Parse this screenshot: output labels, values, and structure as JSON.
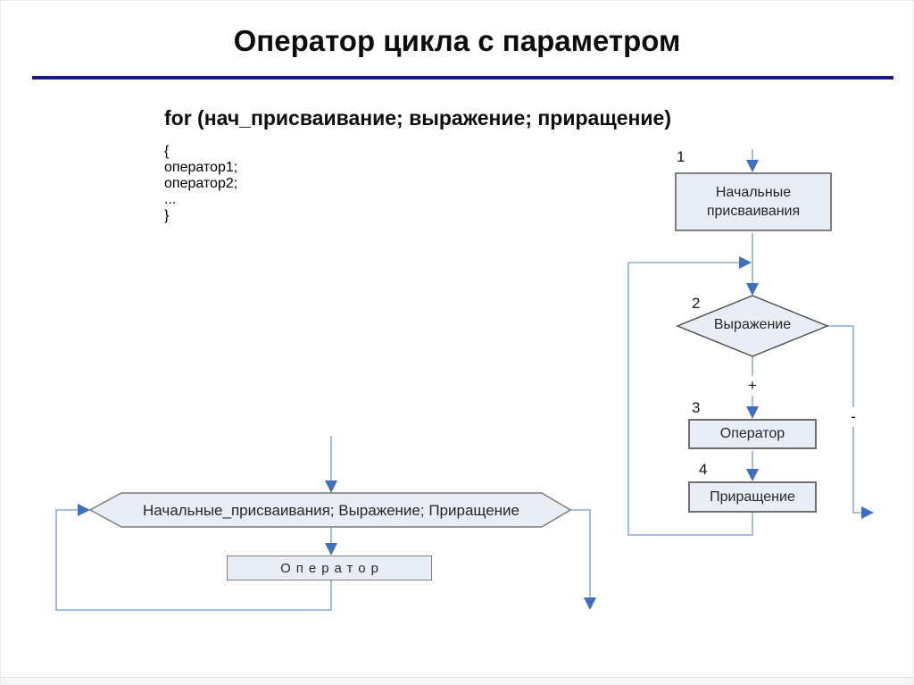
{
  "slide": {
    "title": "Оператор цикла с параметром"
  },
  "code": {
    "for_line": "for (нач_присваивание; выражение; приращение)",
    "lines": [
      {
        "pre": "",
        "bold": "{"
      },
      {
        "pre": "оператор",
        "bold": "1;"
      },
      {
        "pre": "оператор",
        "bold": "2;"
      },
      {
        "pre": "",
        "bold": "..."
      },
      {
        "pre": "",
        "bold": "}"
      }
    ]
  },
  "flowchart": {
    "block1": {
      "num": "1",
      "label": "Начальные присваивания"
    },
    "block2": {
      "num": "2",
      "label": "Выражение"
    },
    "block3": {
      "num": "3",
      "label": "Оператор"
    },
    "block4": {
      "num": "4",
      "label": "Приращение"
    },
    "true_label": "+",
    "false_label": "-"
  },
  "loop_diagram": {
    "condition_label": "Начальные_присваивания; Выражение; Приращение",
    "body_label": "Оператор"
  },
  "colors": {
    "title_rule": "#1a1a8c",
    "node_fill": "#e9eef6",
    "node_border": "#7f7f7f",
    "connector_line": "#8aabd8",
    "arrowhead": "#3e6fc1"
  }
}
